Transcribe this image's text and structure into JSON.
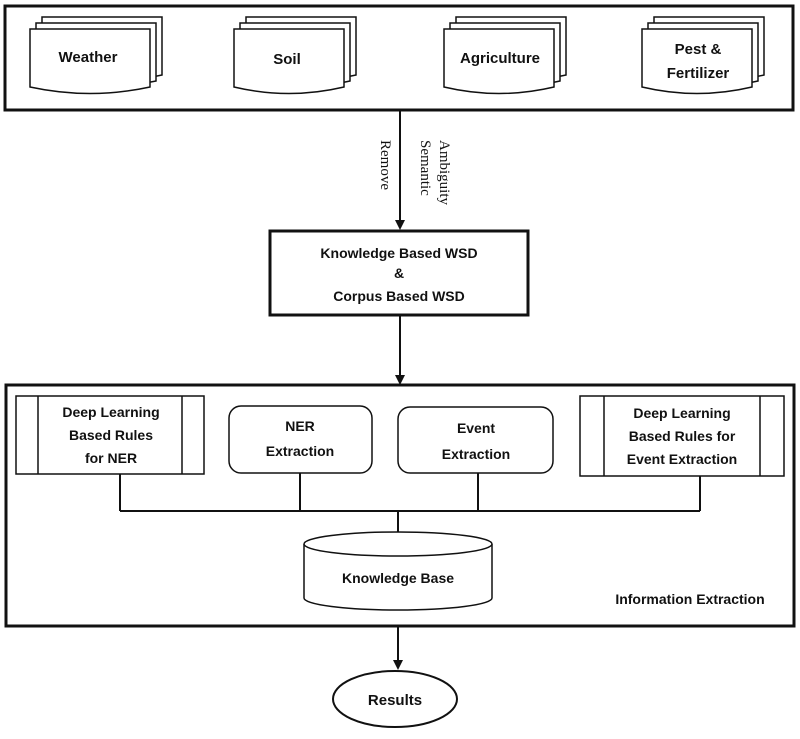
{
  "sources": {
    "weather": "Weather",
    "soil": "Soil",
    "agriculture": "Agriculture",
    "pest_fertilizer_line1": "Pest &",
    "pest_fertilizer_line2": "Fertilizer"
  },
  "arrow1_labels": {
    "remove": "Remove",
    "semantic": "Semantic",
    "ambiguity": "Ambiguity"
  },
  "wsd": {
    "line1": "Knowledge Based WSD",
    "line2": "&",
    "line3": "Corpus Based WSD"
  },
  "information_extraction": {
    "label": "Information Extraction",
    "dl_ner": [
      "Deep Learning",
      "Based Rules",
      "for NER"
    ],
    "ner_extraction": [
      "NER",
      "Extraction"
    ],
    "event_extraction": [
      "Event",
      "Extraction"
    ],
    "dl_event": [
      "Deep Learning",
      "Based Rules for",
      "Event Extraction"
    ],
    "knowledge_base": "Knowledge Base"
  },
  "results": "Results",
  "colors": {
    "stroke": "#111111",
    "background": "#ffffff"
  }
}
